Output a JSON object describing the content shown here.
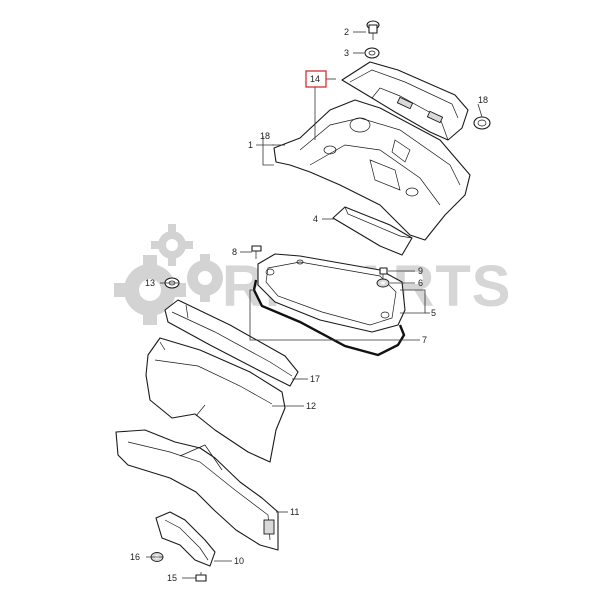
{
  "diagram": {
    "callouts": {
      "c1": "1",
      "c2": "2",
      "c3": "3",
      "c4": "4",
      "c5": "5",
      "c6": "6",
      "c7": "7",
      "c8": "8",
      "c9": "9",
      "c10": "10",
      "c11": "11",
      "c12": "12",
      "c13": "13",
      "c14": "14",
      "c15": "15",
      "c16": "16",
      "c17": "17",
      "c18a": "18",
      "c18b": "18"
    },
    "highlighted_callout": "14",
    "highlight_color": "#d02020",
    "watermark": "RMPARTS",
    "watermark_color": "#d3d3d3"
  }
}
